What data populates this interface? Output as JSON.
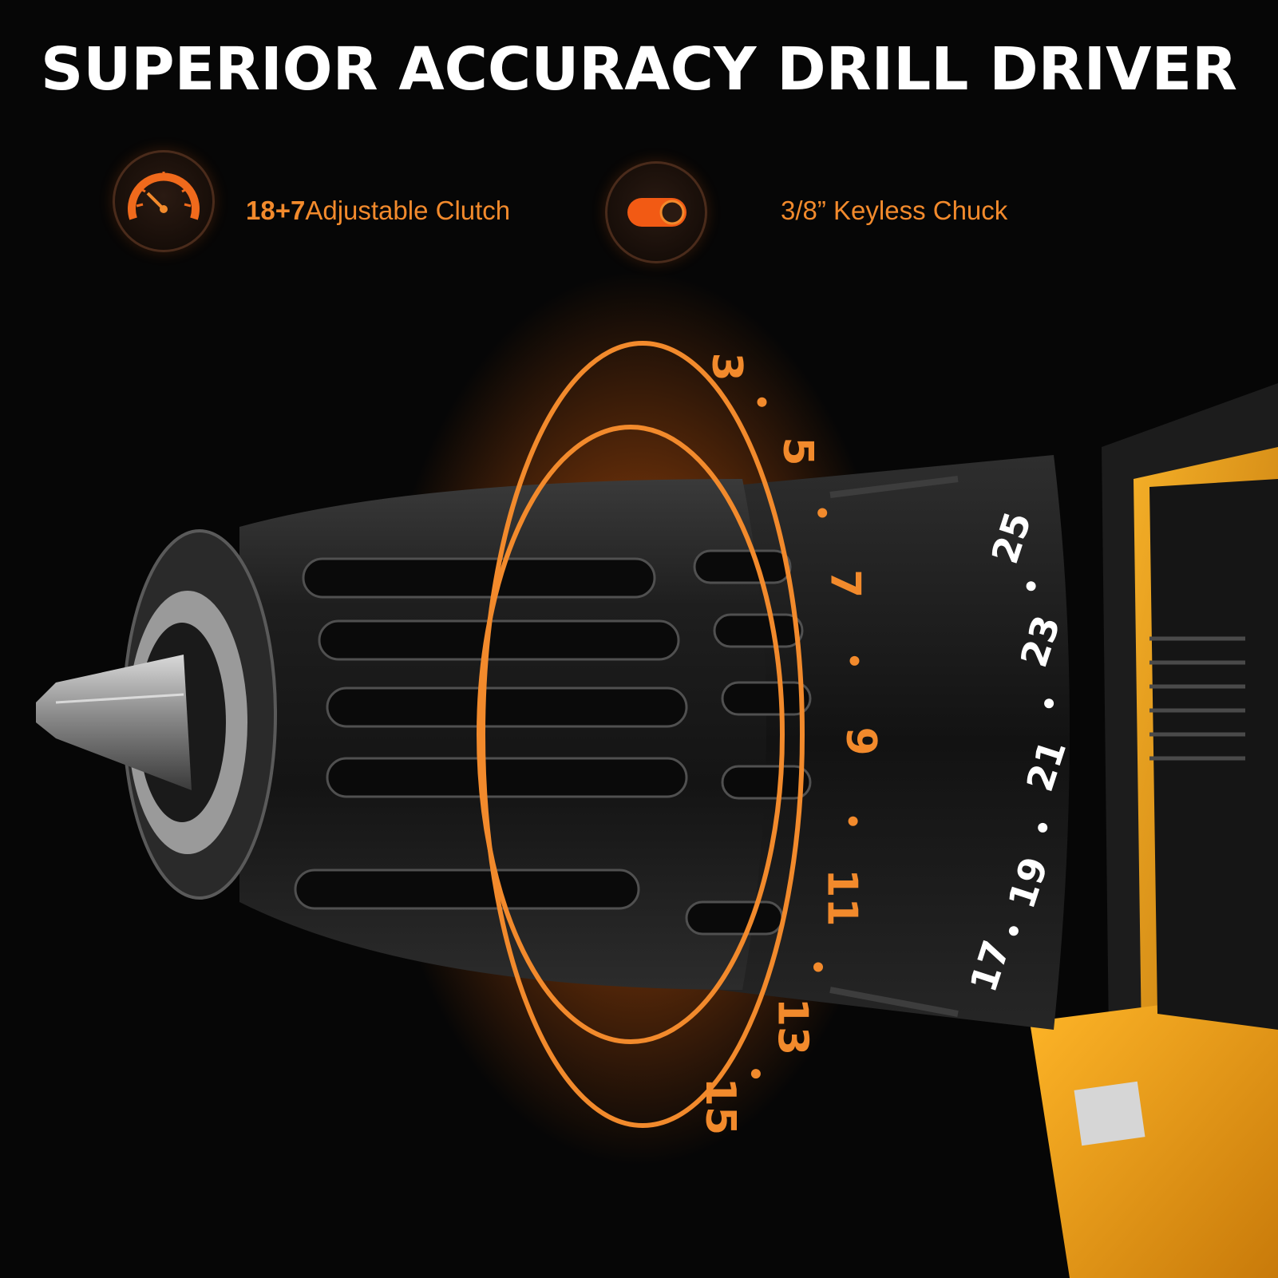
{
  "title": "SUPERIOR ACCURACY DRILL DRIVER",
  "features": [
    {
      "icon": "gauge-icon",
      "number": "18+7",
      "text": "Adjustable Clutch"
    },
    {
      "icon": "toggle-switch-icon",
      "text": "3/8”  Keyless Chuck"
    }
  ],
  "clutch_outer_ring": [
    "3",
    "5",
    "7",
    "9",
    "11",
    "13",
    "15"
  ],
  "clutch_inner_ring": [
    "17",
    "19",
    "21",
    "23",
    "25"
  ],
  "colors": {
    "accent": "#f28a2c",
    "background": "#060606",
    "body_yellow": "#f0a21a"
  }
}
